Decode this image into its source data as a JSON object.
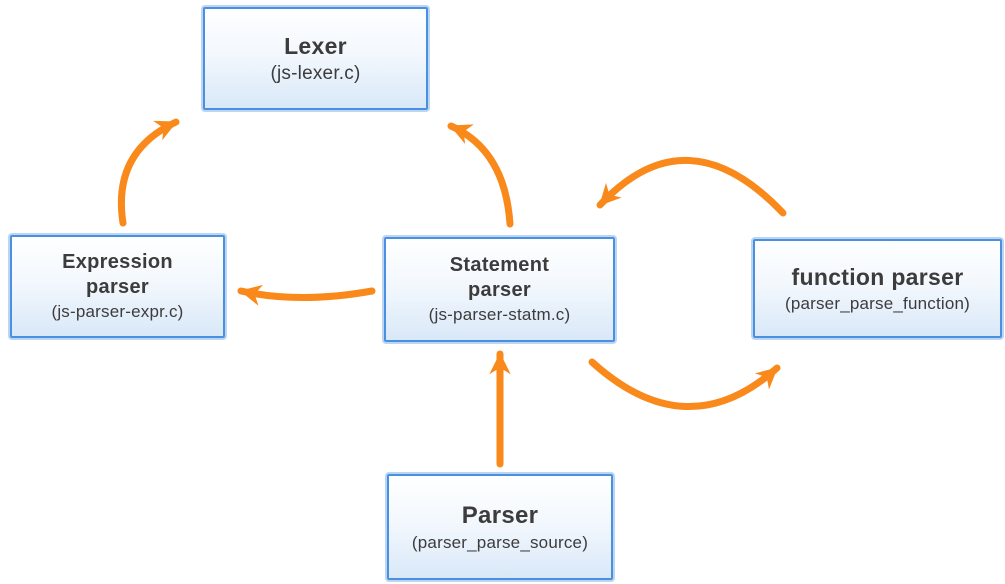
{
  "diagram": {
    "title": "JavaScript parser module call diagram",
    "colors": {
      "arrow_orange": "#F8891A",
      "box_border_blue": "#4A90E2",
      "box_halo_blue": "#BCD6F2",
      "box_fill_top": "#FEFFFF",
      "box_fill_bottom": "#D9E8F8",
      "text": "#3C3C3C",
      "background": "#FFFFFF"
    },
    "nodes": [
      {
        "id": "lexer",
        "title": "Lexer",
        "subtitle": "(js-lexer.c)"
      },
      {
        "id": "expression-parser",
        "title": "Expression\nparser",
        "subtitle": "(js-parser-expr.c)"
      },
      {
        "id": "statement-parser",
        "title": "Statement\nparser",
        "subtitle": "(js-parser-statm.c)"
      },
      {
        "id": "function-parser",
        "title": "function parser",
        "subtitle": "(parser_parse_function)"
      },
      {
        "id": "parser",
        "title": "Parser",
        "subtitle": "(parser_parse_source)"
      }
    ],
    "edges": [
      {
        "from": "expression-parser",
        "to": "lexer"
      },
      {
        "from": "statement-parser",
        "to": "lexer"
      },
      {
        "from": "statement-parser",
        "to": "expression-parser"
      },
      {
        "from": "function-parser",
        "to": "statement-parser"
      },
      {
        "from": "statement-parser",
        "to": "function-parser"
      },
      {
        "from": "parser",
        "to": "statement-parser"
      }
    ]
  }
}
